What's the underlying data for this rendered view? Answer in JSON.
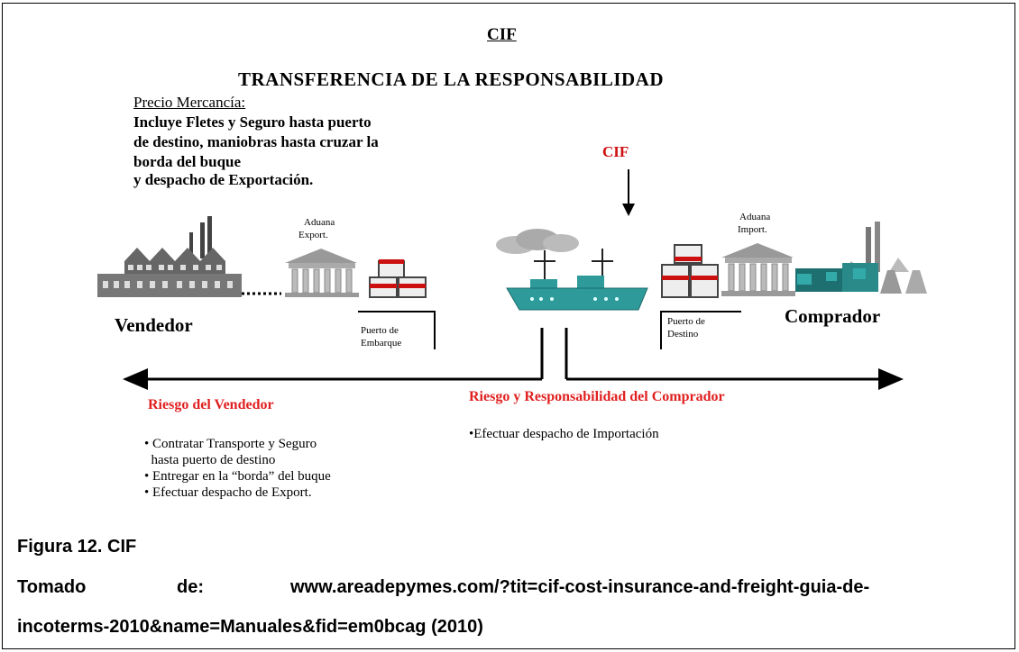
{
  "title": "CIF",
  "subtitle": "TRANSFERENCIA DE LA RESPONSABILIDAD",
  "price": {
    "heading": "Precio Mercancía:",
    "lines": [
      "Incluye Fletes y Seguro hasta puerto",
      "de destino, maniobras hasta cruzar la",
      "borda del buque",
      "y despacho de Exportación."
    ]
  },
  "cif_marker": "CIF",
  "aduana_export": [
    "Aduana",
    "Export."
  ],
  "aduana_import": [
    "Aduana",
    "Import."
  ],
  "puerto_embarque": [
    "Puerto de",
    "Embarque"
  ],
  "puerto_destino": [
    "Puerto de",
    "Destino"
  ],
  "vendedor": "Vendedor",
  "comprador": "Comprador",
  "riesgo_vendedor": {
    "title": "Riesgo del Vendedor",
    "bullets": [
      "• Contratar Transporte y Seguro",
      "  hasta puerto de destino",
      "• Entregar en la “borda” del buque",
      "• Efectuar despacho de Export."
    ]
  },
  "riesgo_comprador": {
    "title": "Riesgo y Responsabilidad del Comprador",
    "bullets": [
      "•Efectuar despacho de Importación"
    ]
  },
  "caption": {
    "figure": "Figura 12.  CIF",
    "source_prefix": "Tomado",
    "source_de": "de:",
    "source_url_1": "www.areadepymes.com/?tit=cif-cost-insurance-and-freight-guia-de-",
    "source_url_2": "incoterms-2010&name=Manuales&fid=em0bcag (2010)"
  },
  "colors": {
    "risk_red": "#e02020",
    "ship_teal": "#2e9a9a",
    "factory_gray": "#555555",
    "crate_red": "#cc1010"
  }
}
